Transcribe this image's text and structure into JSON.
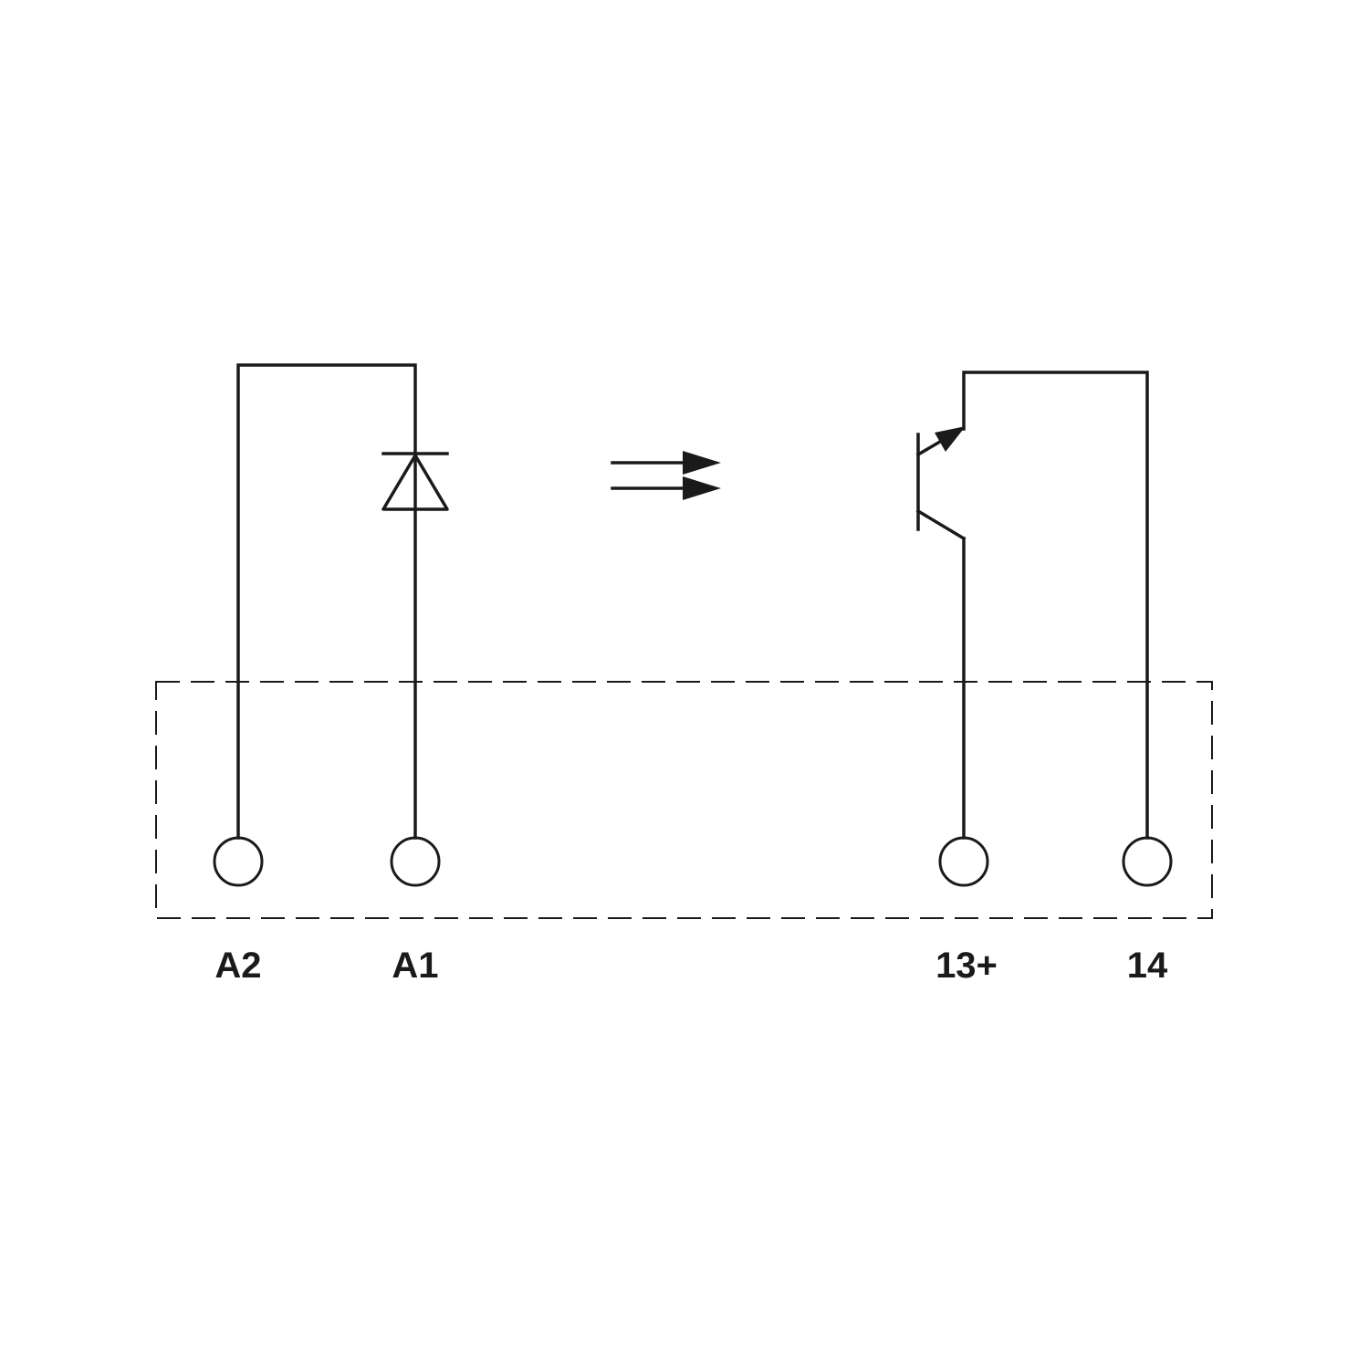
{
  "terminals": [
    {
      "id": "A2",
      "label": "A2"
    },
    {
      "id": "A1",
      "label": "A1"
    },
    {
      "id": "13+",
      "label": "13+"
    },
    {
      "id": "14",
      "label": "14"
    }
  ],
  "colors": {
    "line": "#1a1a1a",
    "background": "#ffffff"
  }
}
